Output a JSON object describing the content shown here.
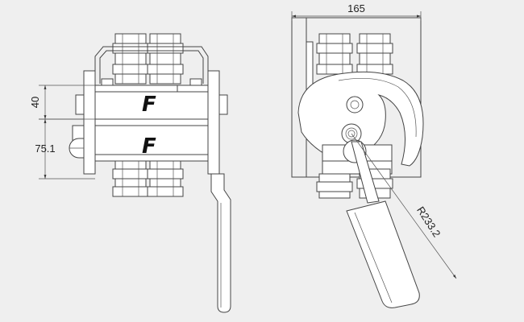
{
  "dimensions": {
    "width_top": "165",
    "height_a": "40",
    "height_b": "75.1",
    "radius": "R233.2"
  },
  "logos": {
    "upper": "F",
    "lower": "F"
  }
}
